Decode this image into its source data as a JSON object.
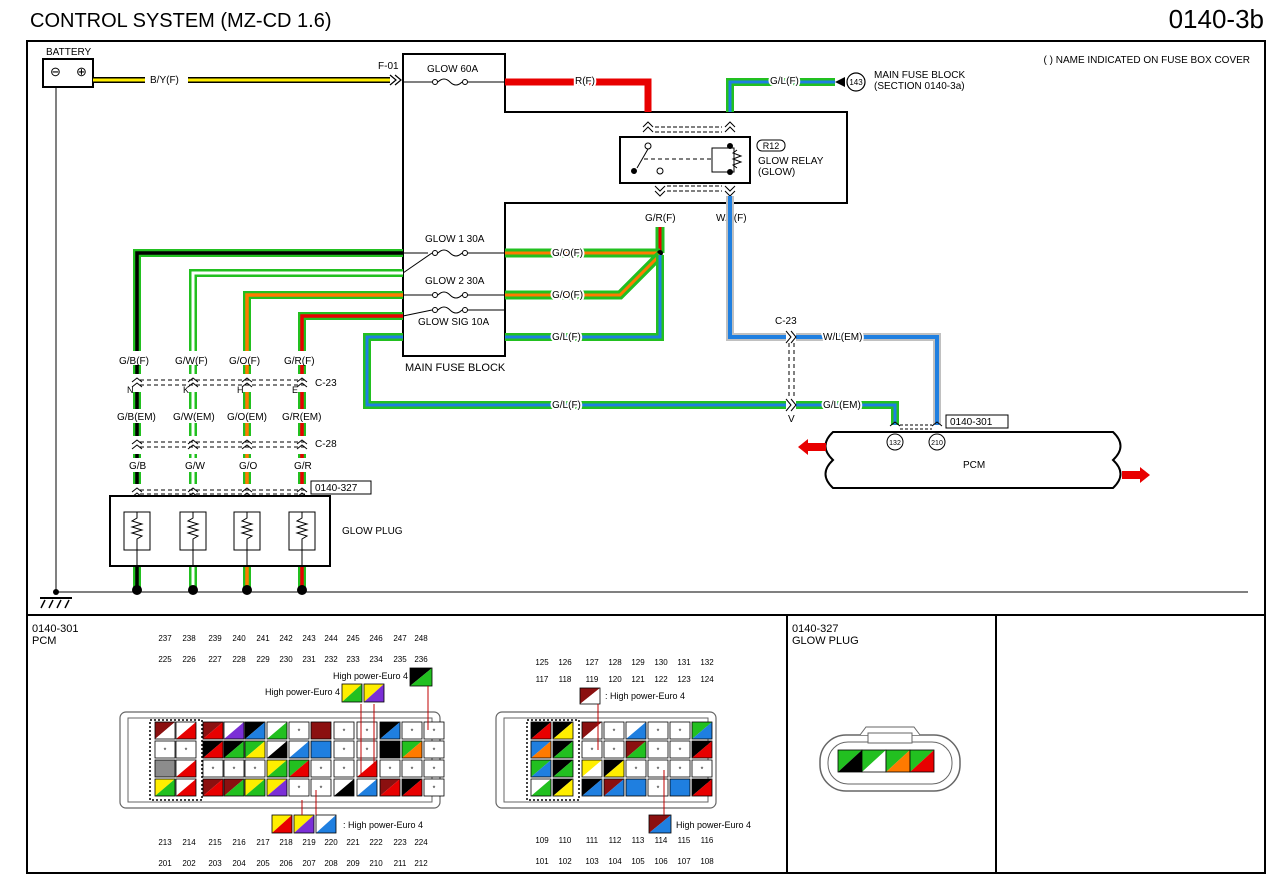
{
  "header": {
    "title": "CONTROL SYSTEM (MZ-CD 1.6)",
    "page_code": "0140-3b"
  },
  "note": "( ) NAME INDICATED ON FUSE BOX COVER",
  "battery": {
    "label": "BATTERY",
    "neg": "⊖",
    "pos": "⊕"
  },
  "wires": {
    "by_f": "B/Y(F)",
    "f01": "F-01",
    "r_f": "R(F)",
    "gl_f_top": "G/L(F)",
    "gr_f": "G/R(F)",
    "wl_f": "W/L(F)",
    "go_f1": "G/O(F)",
    "go_f2": "G/O(F)",
    "gl_f_mid": "G/L(F)",
    "gl_f_low": "G/L(F)",
    "wl_em": "W/L(EM)",
    "gl_em": "G/L(EM)",
    "c23_right": "C-23",
    "v_pin": "V"
  },
  "fuses": {
    "glow60": "GLOW 60A",
    "glow1": "GLOW 1 30A",
    "glow2": "GLOW 2 30A",
    "glowsig": "GLOW SIG 10A",
    "block_label": "MAIN FUSE BLOCK"
  },
  "main_fuse_ref": {
    "num": "143",
    "line1": "MAIN FUSE BLOCK",
    "line2": "(SECTION 0140-3a)"
  },
  "relay": {
    "code": "R12",
    "line1": "GLOW RELAY",
    "line2": "(GLOW)"
  },
  "glow_circuits": [
    {
      "f": "G/B(F)",
      "pin": "N",
      "em": "G/B(EM)",
      "plug": "G/B"
    },
    {
      "f": "G/W(F)",
      "pin": "K",
      "em": "G/W(EM)",
      "plug": "G/W"
    },
    {
      "f": "G/O(F)",
      "pin": "H",
      "em": "G/O(EM)",
      "plug": "G/O"
    },
    {
      "f": "G/R(F)",
      "pin": "E",
      "em": "G/R(EM)",
      "plug": "G/R"
    }
  ],
  "connectors": {
    "c23": "C-23",
    "c28": "C-28",
    "ref327": "0140-327",
    "ref301": "0140-301"
  },
  "glow_plug": {
    "label": "GLOW PLUG"
  },
  "pcm": {
    "label": "PCM",
    "pin132": "132",
    "pin210": "210"
  },
  "bottom": {
    "pcm_ref": "0140-301",
    "pcm_name": "PCM",
    "plug_ref": "0140-327",
    "plug_name": "GLOW PLUG",
    "top_row1": [
      "237",
      "238",
      "239",
      "240",
      "241",
      "242",
      "243",
      "244",
      "245",
      "246",
      "247",
      "248"
    ],
    "top_row2": [
      "225",
      "226",
      "227",
      "228",
      "229",
      "230",
      "231",
      "232",
      "233",
      "234",
      "235",
      "236"
    ],
    "bot_row1": [
      "213",
      "214",
      "215",
      "216",
      "217",
      "218",
      "219",
      "220",
      "221",
      "222",
      "223",
      "224"
    ],
    "bot_row2": [
      "201",
      "202",
      "203",
      "204",
      "205",
      "206",
      "207",
      "208",
      "209",
      "210",
      "211",
      "212"
    ],
    "r_top1": [
      "125",
      "126",
      "127",
      "128",
      "129",
      "130",
      "131",
      "132"
    ],
    "r_top2": [
      "117",
      "118",
      "119",
      "120",
      "121",
      "122",
      "123",
      "124"
    ],
    "r_bot1": [
      "109",
      "110",
      "111",
      "112",
      "113",
      "114",
      "115",
      "116"
    ],
    "r_bot2": [
      "101",
      "102",
      "103",
      "104",
      "105",
      "106",
      "107",
      "108"
    ],
    "hp_euro4_a": "High power-Euro 4 :",
    "hp_euro4_b": "High power-Euro 4 :",
    "hp_euro4_c": ": High power-Euro 4",
    "hp_euro4_d": ": High power-Euro 4",
    "hp_euro4_e": "High power-Euro 4"
  },
  "colors": {
    "green": "#22c020",
    "yellow": "#ffee00",
    "red": "#e80000",
    "blue": "#1f7fe0",
    "orange": "#ff7a00",
    "black": "#000000",
    "purple": "#7b2fd6",
    "brown": "#8b1010",
    "gray": "#8c8c8c"
  }
}
